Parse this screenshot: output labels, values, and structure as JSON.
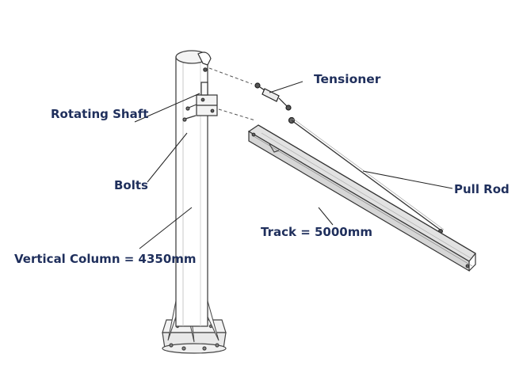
{
  "labels": {
    "tensioner": "Tensioner",
    "rotating_shaft": "Rotating Shaft",
    "bolts": "Bolts",
    "pull_rod": "Pull Rod",
    "track": "Track = 5000mm",
    "vertical_column": "Vertical Column = 4350mm"
  },
  "colors": {
    "label_text": "#1f2f5c",
    "line_art": "#333333",
    "track_fill": "#dcdcdc"
  }
}
